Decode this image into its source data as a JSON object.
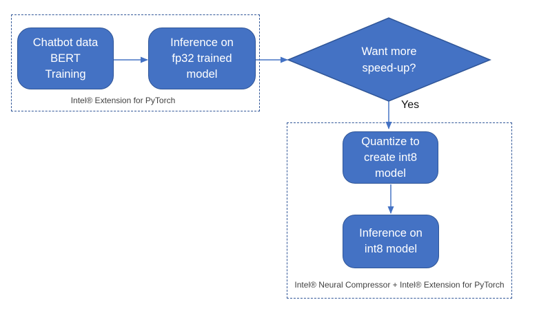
{
  "diagram": {
    "type": "flowchart",
    "colors": {
      "shape_fill": "#4472c4",
      "shape_border": "#2f5597",
      "dashed_border": "#2f5597",
      "arrow": "#4472c4",
      "shape_text": "#ffffff",
      "label_text": "#404040"
    },
    "pipeline_fp32": {
      "group_label": "Intel® Extension for PyTorch",
      "boxes": {
        "training": {
          "text": "Chatbot data\nBERT\nTraining"
        },
        "inference": {
          "text": "Inference on\nfp32 trained\nmodel"
        }
      }
    },
    "decision": {
      "text": "Want more\nspeed-up?",
      "yes_label": "Yes"
    },
    "pipeline_int8": {
      "group_label": "Intel® Neural Compressor + Intel® Extension for PyTorch",
      "boxes": {
        "quantize": {
          "text": "Quantize to\ncreate int8\nmodel"
        },
        "inference": {
          "text": "Inference on\nint8 model"
        }
      }
    }
  }
}
